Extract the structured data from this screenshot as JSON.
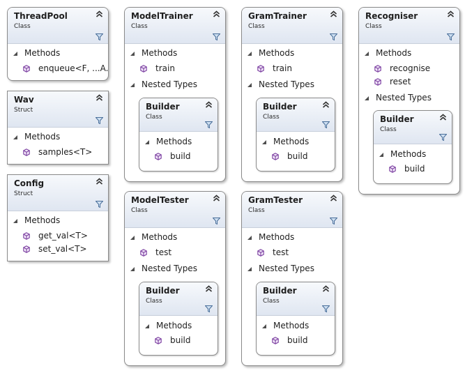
{
  "types": {
    "threadpool": {
      "name": "ThreadPool",
      "kind": "Class",
      "methods_label": "Methods",
      "methods": [
        "enqueue<F, ...A..."
      ]
    },
    "wav": {
      "name": "Wav",
      "kind": "Struct",
      "methods_label": "Methods",
      "methods": [
        "samples<T>"
      ]
    },
    "config": {
      "name": "Config",
      "kind": "Struct",
      "methods_label": "Methods",
      "methods": [
        "get_val<T>",
        "set_val<T>"
      ]
    },
    "modeltrainer": {
      "name": "ModelTrainer",
      "kind": "Class",
      "methods_label": "Methods",
      "methods": [
        "train"
      ],
      "nested_label": "Nested Types",
      "builder": {
        "name": "Builder",
        "kind": "Class",
        "methods_label": "Methods",
        "methods": [
          "build"
        ]
      }
    },
    "gramtrainer": {
      "name": "GramTrainer",
      "kind": "Class",
      "methods_label": "Methods",
      "methods": [
        "train"
      ],
      "nested_label": "Nested Types",
      "builder": {
        "name": "Builder",
        "kind": "Class",
        "methods_label": "Methods",
        "methods": [
          "build"
        ]
      }
    },
    "recogniser": {
      "name": "Recogniser",
      "kind": "Class",
      "methods_label": "Methods",
      "methods": [
        "recognise",
        "reset"
      ],
      "nested_label": "Nested Types",
      "builder": {
        "name": "Builder",
        "kind": "Class",
        "methods_label": "Methods",
        "methods": [
          "build"
        ]
      }
    },
    "modeltester": {
      "name": "ModelTester",
      "kind": "Class",
      "methods_label": "Methods",
      "methods": [
        "test"
      ],
      "nested_label": "Nested Types",
      "builder": {
        "name": "Builder",
        "kind": "Class",
        "methods_label": "Methods",
        "methods": [
          "build"
        ]
      }
    },
    "gramtester": {
      "name": "GramTester",
      "kind": "Class",
      "methods_label": "Methods",
      "methods": [
        "test"
      ],
      "nested_label": "Nested Types",
      "builder": {
        "name": "Builder",
        "kind": "Class",
        "methods_label": "Methods",
        "methods": [
          "build"
        ]
      }
    }
  },
  "icons": {
    "collapse": "double-chevron-up-icon",
    "filter": "filter-icon",
    "section_toggle": "expanded-triangle-icon",
    "method": "method-cube-icon"
  },
  "colors": {
    "header_top": "#f7f9fc",
    "header_bottom": "#dfe6f1",
    "border": "#8a8a8a",
    "method_icon": "#7b3fa0"
  }
}
